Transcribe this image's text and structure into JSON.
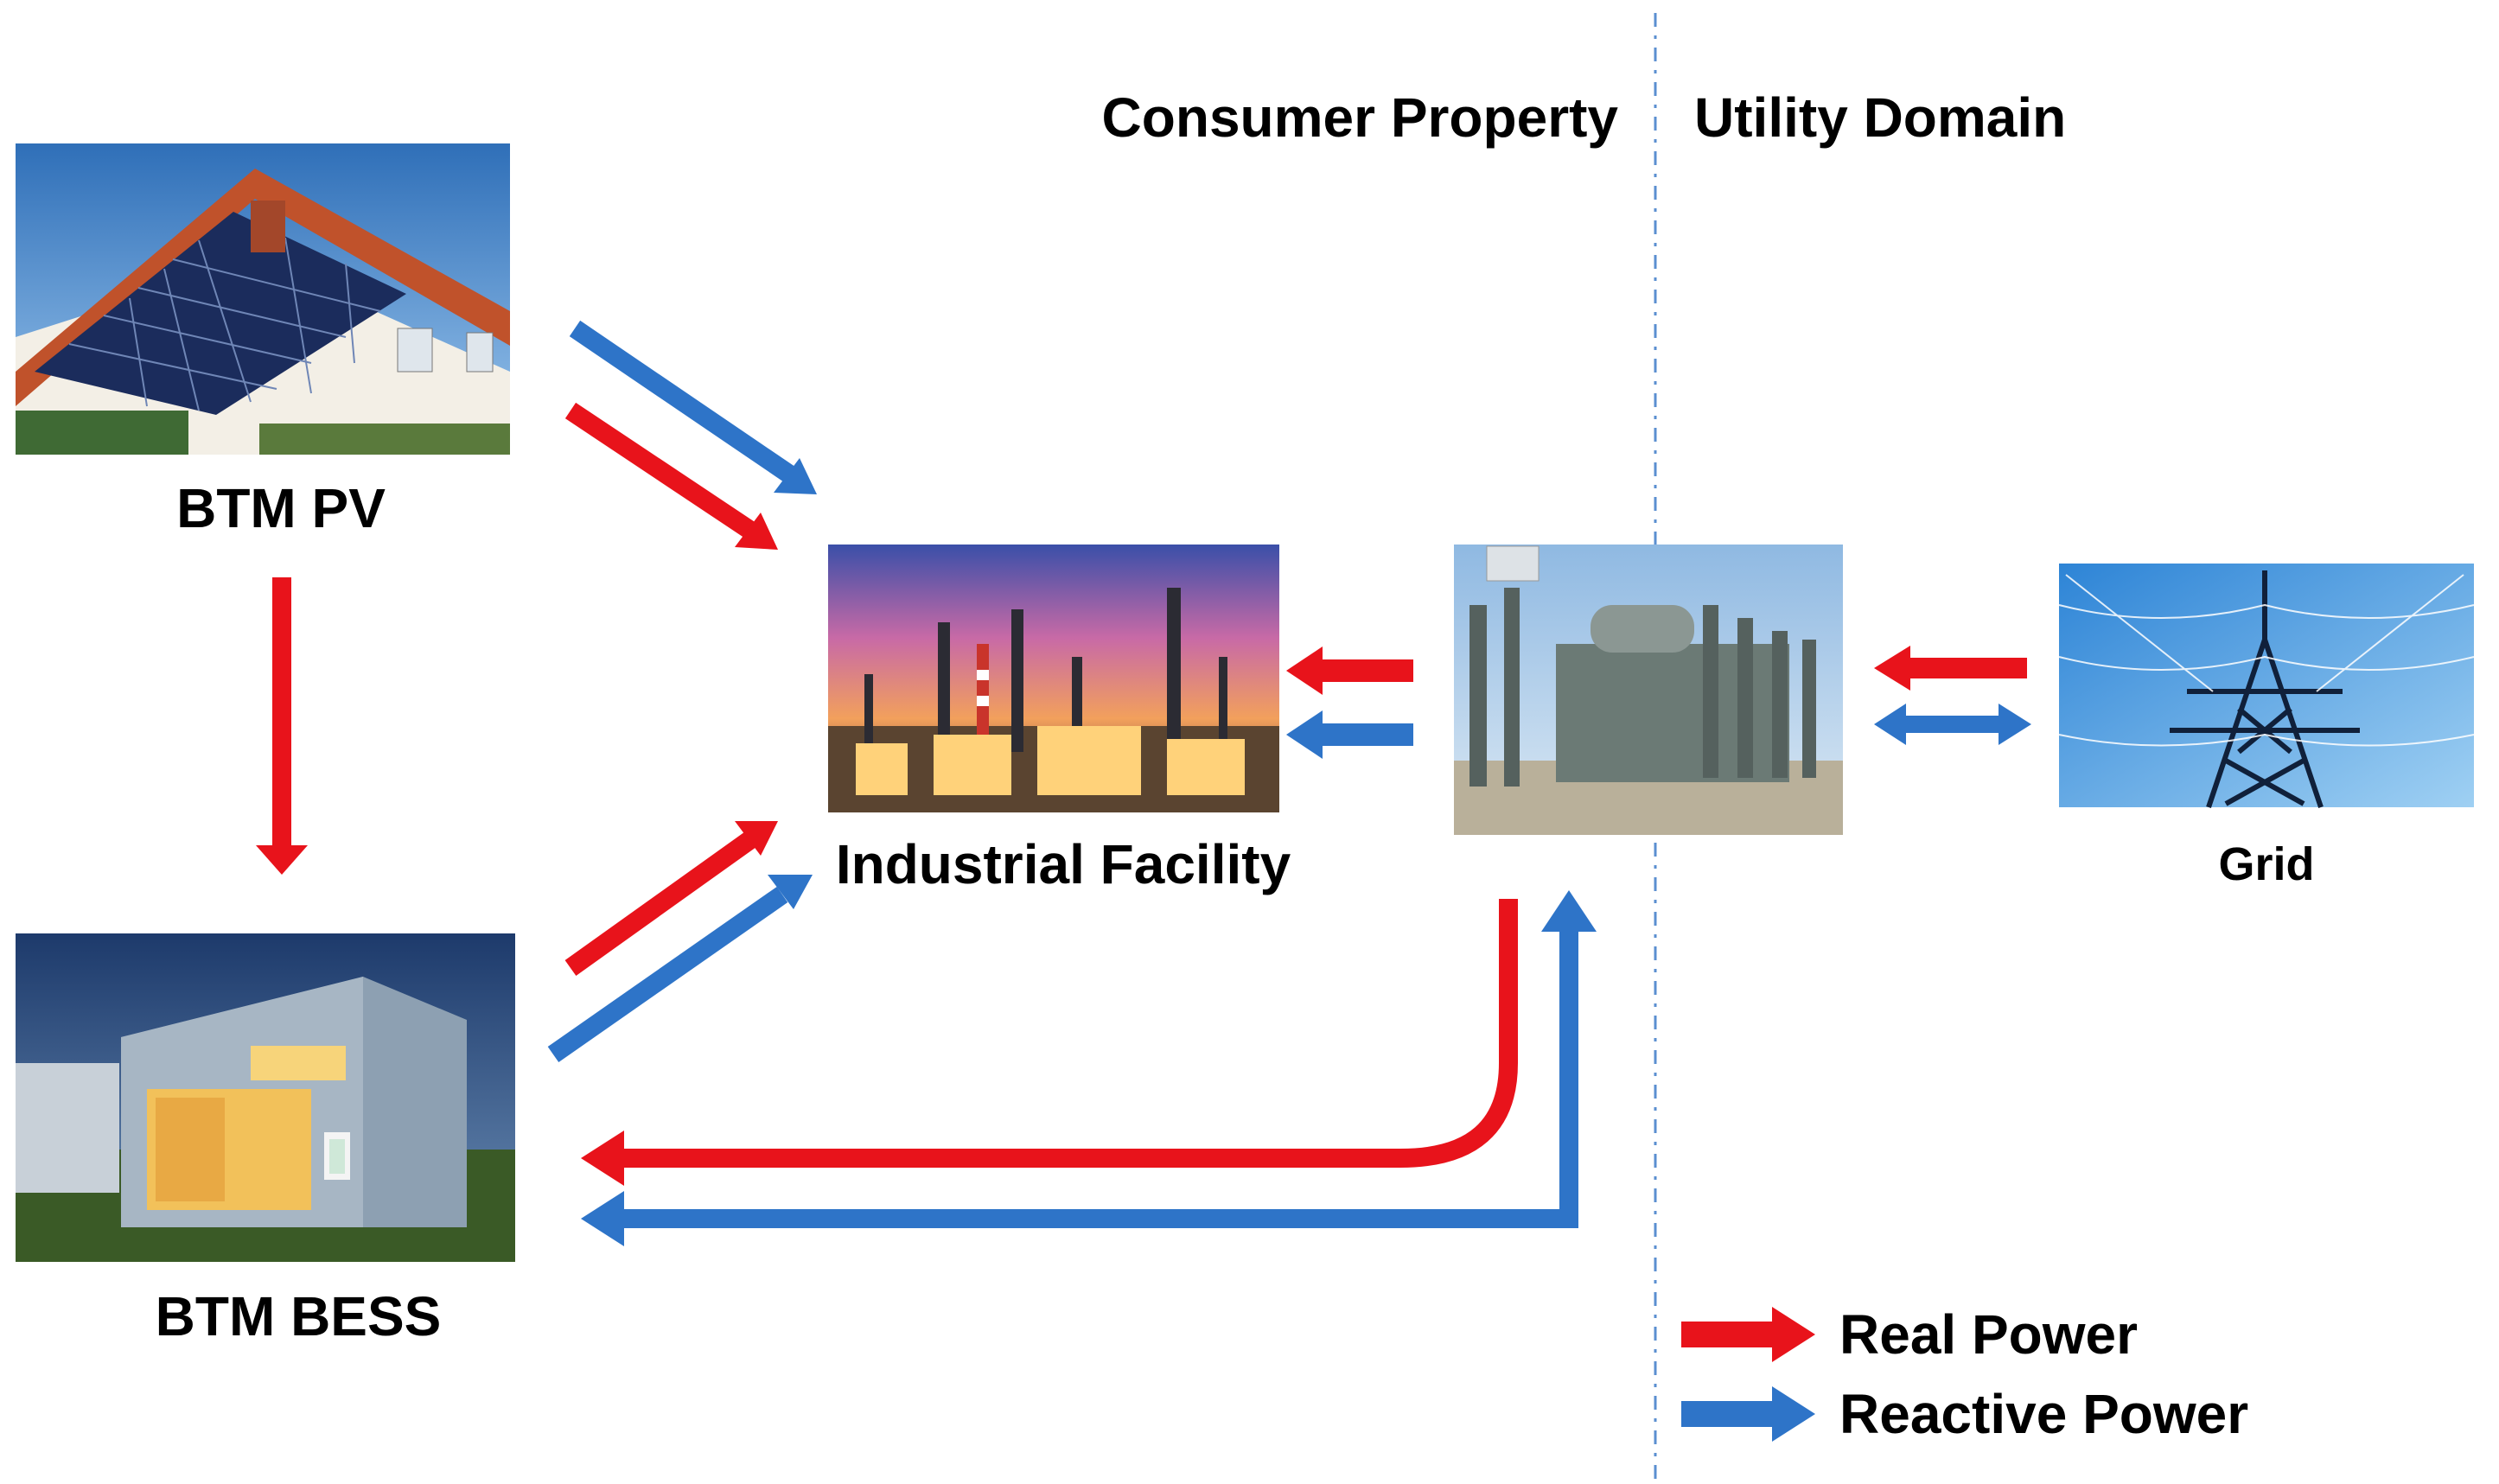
{
  "regions": {
    "consumer": "Consumer Property",
    "utility": "Utility Domain"
  },
  "nodes": {
    "pv": "BTM PV",
    "bess": "BTM BESS",
    "industrial": "Industrial Facility",
    "grid": "Grid"
  },
  "legend": {
    "real": "Real Power",
    "reactive": "Reactive Power"
  },
  "colors": {
    "real_power": "#e8131b",
    "reactive_power": "#2e74c8",
    "divider": "#5b8fd0"
  }
}
